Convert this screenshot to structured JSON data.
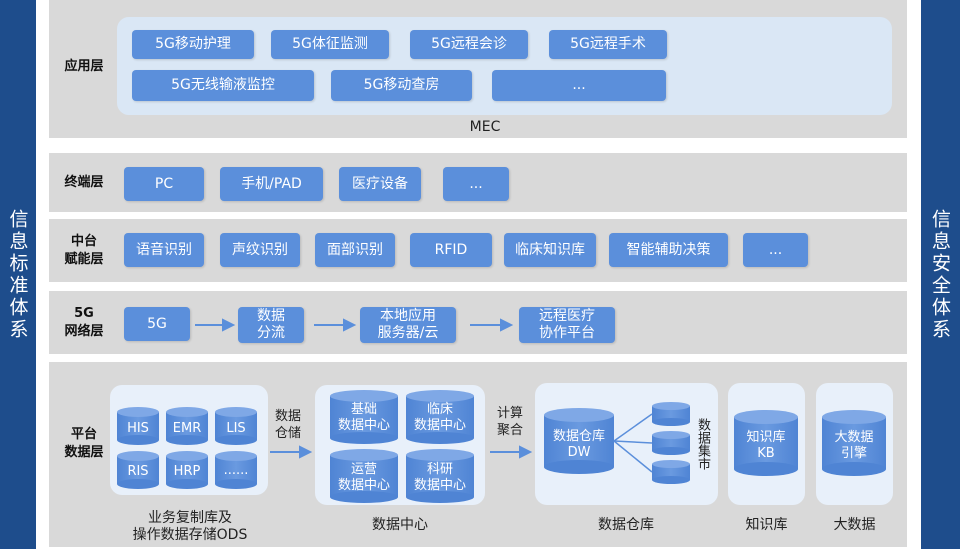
{
  "sidebars": {
    "left": "信息标准体系",
    "right": "信息安全体系"
  },
  "app_layer": {
    "label": "应用层",
    "items": [
      "5G移动护理",
      "5G体征监测",
      "5G远程会诊",
      "5G远程手术",
      "5G无线输液监控",
      "5G移动查房",
      "..."
    ],
    "caption": "MEC"
  },
  "terminal_layer": {
    "label": "终端层",
    "items": [
      "PC",
      "手机/PAD",
      "医疗设备",
      "..."
    ]
  },
  "middle_layer": {
    "label_line1": "中台",
    "label_line2": "赋能层",
    "items": [
      "语音识别",
      "声纹识别",
      "面部识别",
      "RFID",
      "临床知识库",
      "智能辅助决策",
      "..."
    ]
  },
  "network_layer": {
    "label_line1": "5G",
    "label_line2": "网络层",
    "items": [
      {
        "line1": "5G",
        "line2": ""
      },
      {
        "line1": "数据",
        "line2": "分流"
      },
      {
        "line1": "本地应用",
        "line2": "服务器/云"
      },
      {
        "line1": "远程医疗",
        "line2": "协作平台"
      }
    ]
  },
  "platform_layer": {
    "label_line1": "平台",
    "label_line2": "数据层",
    "ods_items": [
      "HIS",
      "EMR",
      "LIS",
      "RIS",
      "HRP",
      "......"
    ],
    "ods_caption_line1": "业务复制库及",
    "ods_caption_line2": "操作数据存储ODS",
    "arrow1_line1": "数据",
    "arrow1_line2": "仓储",
    "dc_items": [
      {
        "line1": "基础",
        "line2": "数据中心"
      },
      {
        "line1": "临床",
        "line2": "数据中心"
      },
      {
        "line1": "运营",
        "line2": "数据中心"
      },
      {
        "line1": "科研",
        "line2": "数据中心"
      }
    ],
    "dc_caption": "数据中心",
    "arrow2_line1": "计算",
    "arrow2_line2": "聚合",
    "dw": {
      "line1": "数据仓库",
      "line2": "DW"
    },
    "mart_label": "数据集市",
    "dw_caption": "数据仓库",
    "kb": {
      "line1": "知识库",
      "line2": "KB"
    },
    "kb_caption": "知识库",
    "bigdata": {
      "line1": "大数据",
      "line2": "引擎"
    },
    "bigdata_caption": "大数据"
  },
  "colors": {
    "sidebar": "#1e4d8c",
    "band": "#d9d9d9",
    "panel": "#dae7f5",
    "button": "#5b8fdb",
    "cylinder": "#5b8fdb",
    "arrow": "#5b8fdb"
  }
}
